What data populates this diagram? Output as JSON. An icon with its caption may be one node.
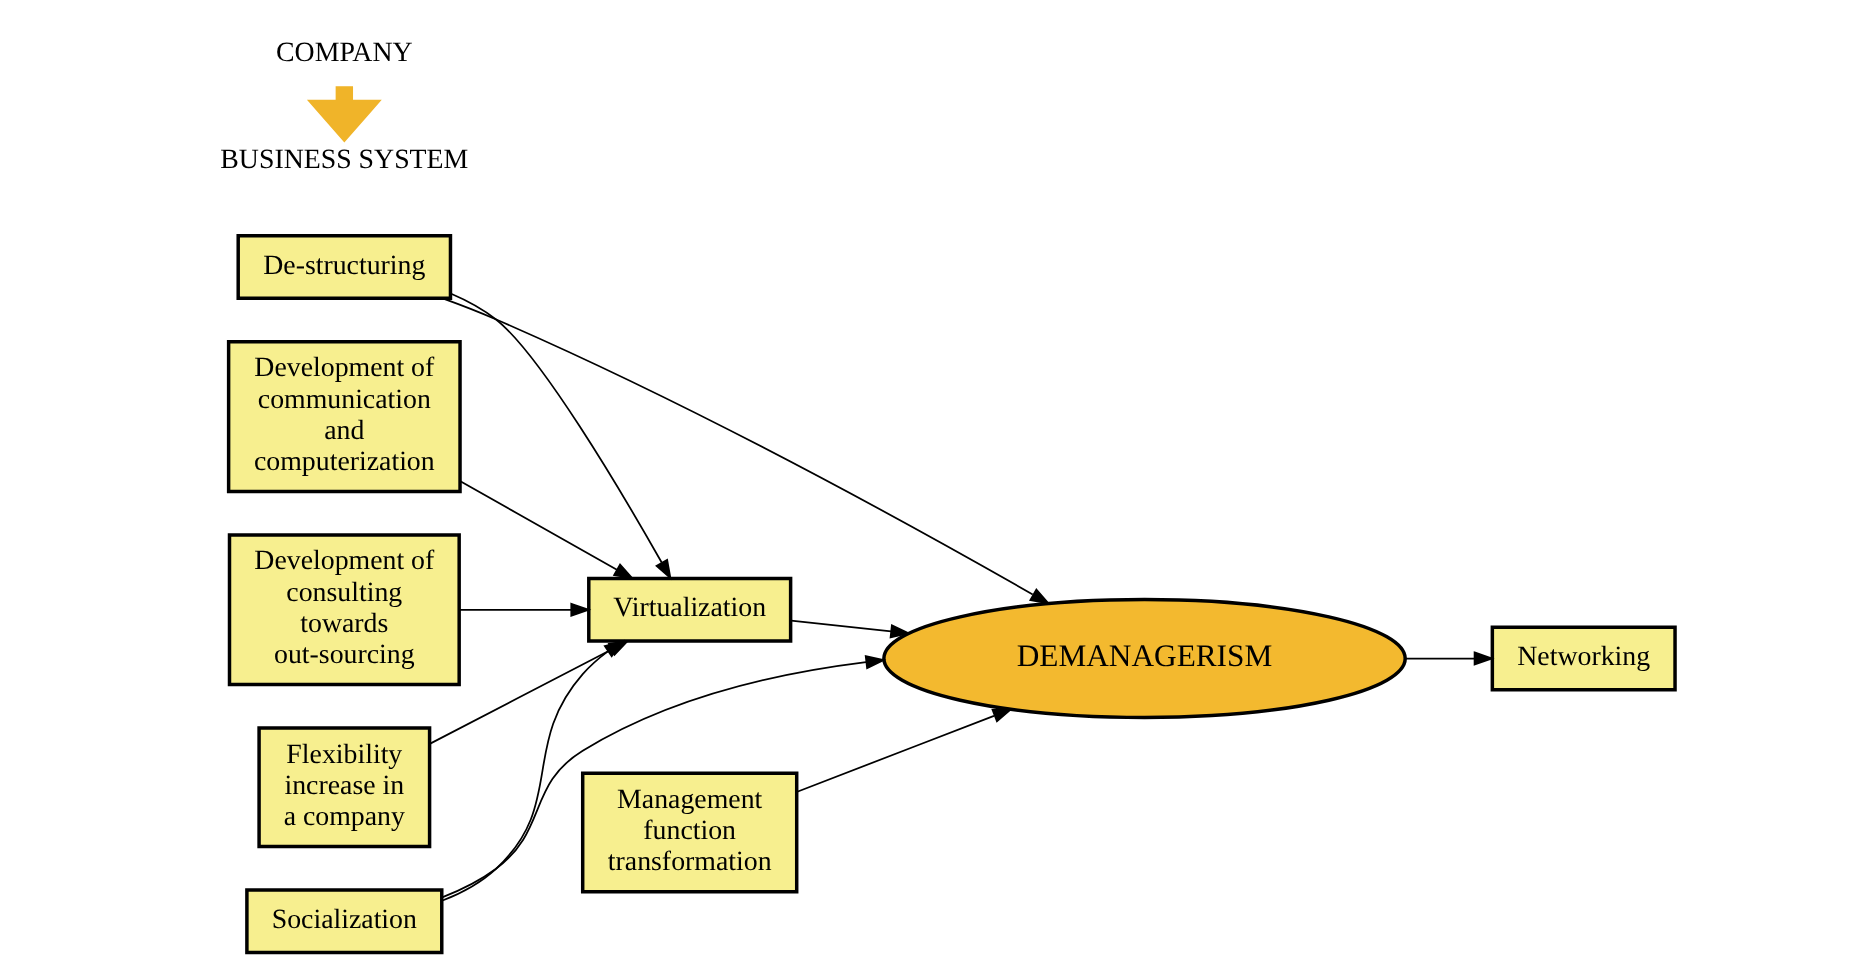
{
  "diagram": {
    "nodes": [
      {
        "text": [
          "Development of communication and computerization"
        ]
      },
      {
        "text": [
          "De-structuring"
        ]
      },
      {
        "text": [
          "Development of consulting towards out-sourcing"
        ]
      },
      {
        "text": [
          "Virtualization"
        ]
      },
      {
        "text": [
          "DEMANAGERISM"
        ]
      },
      {
        "text": [
          "Networking"
        ]
      },
      {
        "text": [
          "Socialization"
        ]
      },
      {
        "text": [
          "Flexibility increase in a company"
        ]
      },
      {
        "text": [
          "Management function transformation"
        ]
      },
      {
        "text": [
          "COMPANY"
        ]
      },
      {
        "text": [
          "BUSINESS SYSTEM"
        ]
      }
    ],
    "edges": [
      {
        "from": 0,
        "to": 3,
        "arrow": "to"
      },
      {
        "from": 1,
        "to": 3,
        "arrow": "to"
      },
      {
        "from": 1,
        "to": 4,
        "arrow": "to"
      },
      {
        "from": 2,
        "to": 3,
        "arrow": "to"
      },
      {
        "from": 3,
        "to": 4,
        "arrow": "to"
      },
      {
        "from": 4,
        "to": 5,
        "arrow": "to"
      },
      {
        "from": 7,
        "to": 3,
        "arrow": "to"
      },
      {
        "from": 6,
        "to": 3,
        "arrow": "to"
      },
      {
        "from": 6,
        "to": 4,
        "arrow": "to"
      },
      {
        "from": 8,
        "to": 4,
        "arrow": "to"
      },
      {
        "from": 9,
        "to": 10,
        "arrow": "to",
        "style": "thick",
        "color": "#f0b429"
      }
    ]
  }
}
